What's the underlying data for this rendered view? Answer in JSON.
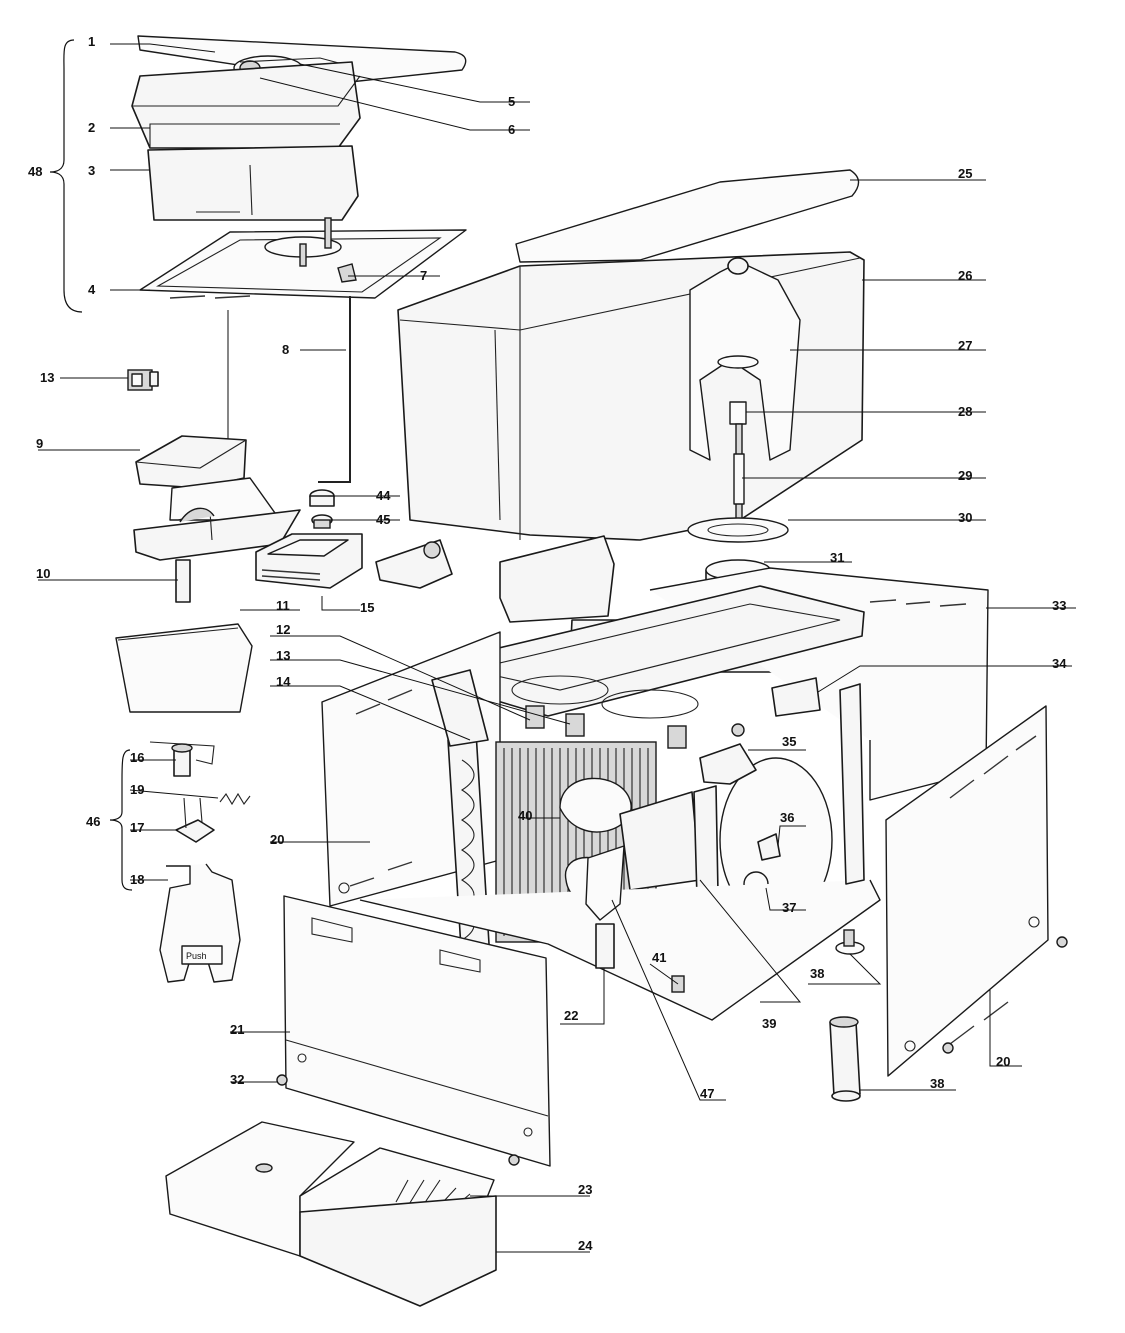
{
  "callouts": [
    {
      "id": "c1",
      "label": "1"
    },
    {
      "id": "c2",
      "label": "2"
    },
    {
      "id": "c3",
      "label": "3"
    },
    {
      "id": "c4",
      "label": "4"
    },
    {
      "id": "c5",
      "label": "5"
    },
    {
      "id": "c6",
      "label": "6"
    },
    {
      "id": "c7",
      "label": "7"
    },
    {
      "id": "c8",
      "label": "8"
    },
    {
      "id": "c9",
      "label": "9"
    },
    {
      "id": "c10",
      "label": "10"
    },
    {
      "id": "c11",
      "label": "11"
    },
    {
      "id": "c12",
      "label": "12"
    },
    {
      "id": "c13a",
      "label": "13"
    },
    {
      "id": "c13b",
      "label": "13"
    },
    {
      "id": "c14",
      "label": "14"
    },
    {
      "id": "c15",
      "label": "15"
    },
    {
      "id": "c16",
      "label": "16"
    },
    {
      "id": "c17",
      "label": "17"
    },
    {
      "id": "c18",
      "label": "18"
    },
    {
      "id": "c19",
      "label": "19"
    },
    {
      "id": "c20a",
      "label": "20"
    },
    {
      "id": "c20b",
      "label": "20"
    },
    {
      "id": "c21",
      "label": "21"
    },
    {
      "id": "c22",
      "label": "22"
    },
    {
      "id": "c23",
      "label": "23"
    },
    {
      "id": "c24",
      "label": "24"
    },
    {
      "id": "c25",
      "label": "25"
    },
    {
      "id": "c26",
      "label": "26"
    },
    {
      "id": "c27",
      "label": "27"
    },
    {
      "id": "c28",
      "label": "28"
    },
    {
      "id": "c29",
      "label": "29"
    },
    {
      "id": "c30",
      "label": "30"
    },
    {
      "id": "c31",
      "label": "31"
    },
    {
      "id": "c32",
      "label": "32"
    },
    {
      "id": "c33",
      "label": "33"
    },
    {
      "id": "c34",
      "label": "34"
    },
    {
      "id": "c35",
      "label": "35"
    },
    {
      "id": "c36",
      "label": "36"
    },
    {
      "id": "c37",
      "label": "37"
    },
    {
      "id": "c38a",
      "label": "38"
    },
    {
      "id": "c38b",
      "label": "38"
    },
    {
      "id": "c39",
      "label": "39"
    },
    {
      "id": "c40",
      "label": "40"
    },
    {
      "id": "c41",
      "label": "41"
    },
    {
      "id": "c44",
      "label": "44"
    },
    {
      "id": "c45",
      "label": "45"
    },
    {
      "id": "c46",
      "label": "46"
    },
    {
      "id": "c47",
      "label": "47"
    },
    {
      "id": "c48",
      "label": "48"
    }
  ],
  "drip_tray_label": "Push"
}
